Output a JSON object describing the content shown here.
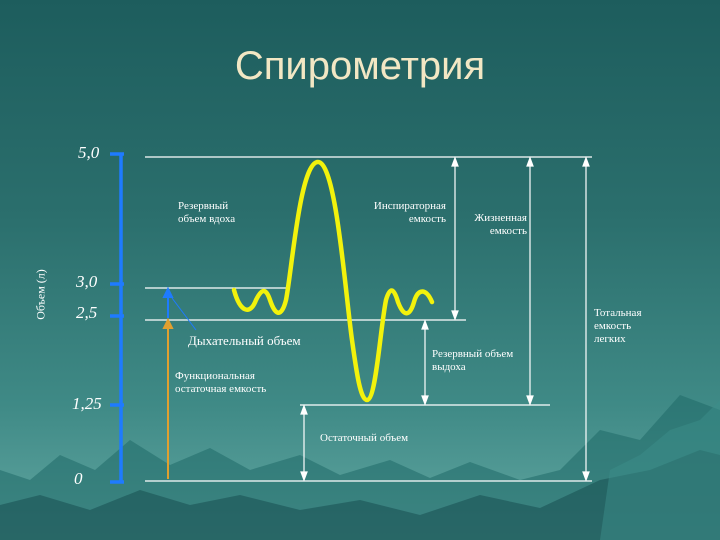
{
  "title": "Спирометрия",
  "y_axis_label": "Объем (л)",
  "ticks": [
    "5,0",
    "3,0",
    "2,5",
    "1,25",
    "0"
  ],
  "labels": {
    "reserve_inhale": "Резервный объем вдоха",
    "inspiratory_capacity": "Инспираторная емкость",
    "vital_capacity": "Жизненная емкость",
    "total_capacity": "Тотальная емкость легких",
    "tidal_volume": "Дыхательный объем",
    "reserve_exhale": "Резервный объем выдоха",
    "functional_residual": "Функциональная остаточная емкость",
    "residual_volume": "Остаточный объем"
  },
  "colors": {
    "curve": "#f2f20c",
    "bracket": "#1e7bff",
    "frc_arrow": "#e0a030",
    "text": "#ffffff",
    "title": "#f2e7c4"
  }
}
